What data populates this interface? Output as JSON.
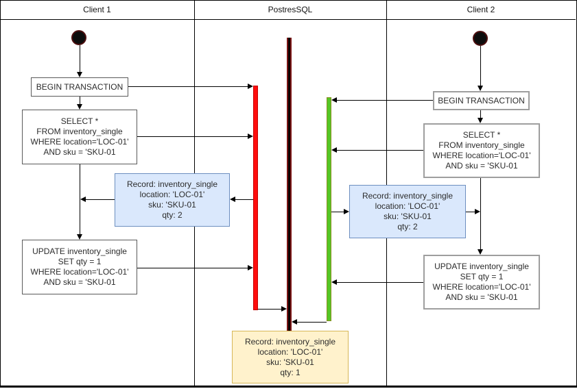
{
  "diagram": {
    "lanes": {
      "client1": {
        "label": "Client 1"
      },
      "database": {
        "label": "PostresSQL"
      },
      "client2": {
        "label": "Client 2"
      }
    },
    "client1": {
      "begin_label": "BEGIN TRANSACTION",
      "select_label": "SELECT *\nFROM inventory_single\nWHERE location='LOC-01'\nAND sku = 'SKU-01",
      "record_label": "Record: inventory_single\nlocation: 'LOC-01'\nsku: 'SKU-01\nqty: 2",
      "update_label": "UPDATE inventory_single\nSET qty = 1\nWHERE location='LOC-01'\nAND sku = 'SKU-01"
    },
    "client2": {
      "begin_label": "BEGIN TRANSACTION",
      "select_label": "SELECT *\nFROM inventory_single\nWHERE location='LOC-01'\nAND sku = 'SKU-01",
      "record_label": "Record: inventory_single\nlocation: 'LOC-01'\nsku: 'SKU-01\nqty: 2",
      "update_label": "UPDATE inventory_single\nSET qty = 1\nWHERE location='LOC-01'\nAND sku = 'SKU-01"
    },
    "database": {
      "final_record_label": "Record: inventory_single\nlocation: 'LOC-01'\nsku: 'SKU-01\nqty: 1"
    },
    "colors": {
      "client1_transaction_bar": "#ff0d0d",
      "client2_transaction_bar": "#54c626",
      "database_lifeline_fill": "#0a0000",
      "database_lifeline_border": "#7c1616",
      "record_box_fill": "#dae8fc",
      "record_box_border": "#6c8ebf",
      "final_record_fill": "#fff2cc",
      "final_record_border": "#d6b656"
    }
  }
}
